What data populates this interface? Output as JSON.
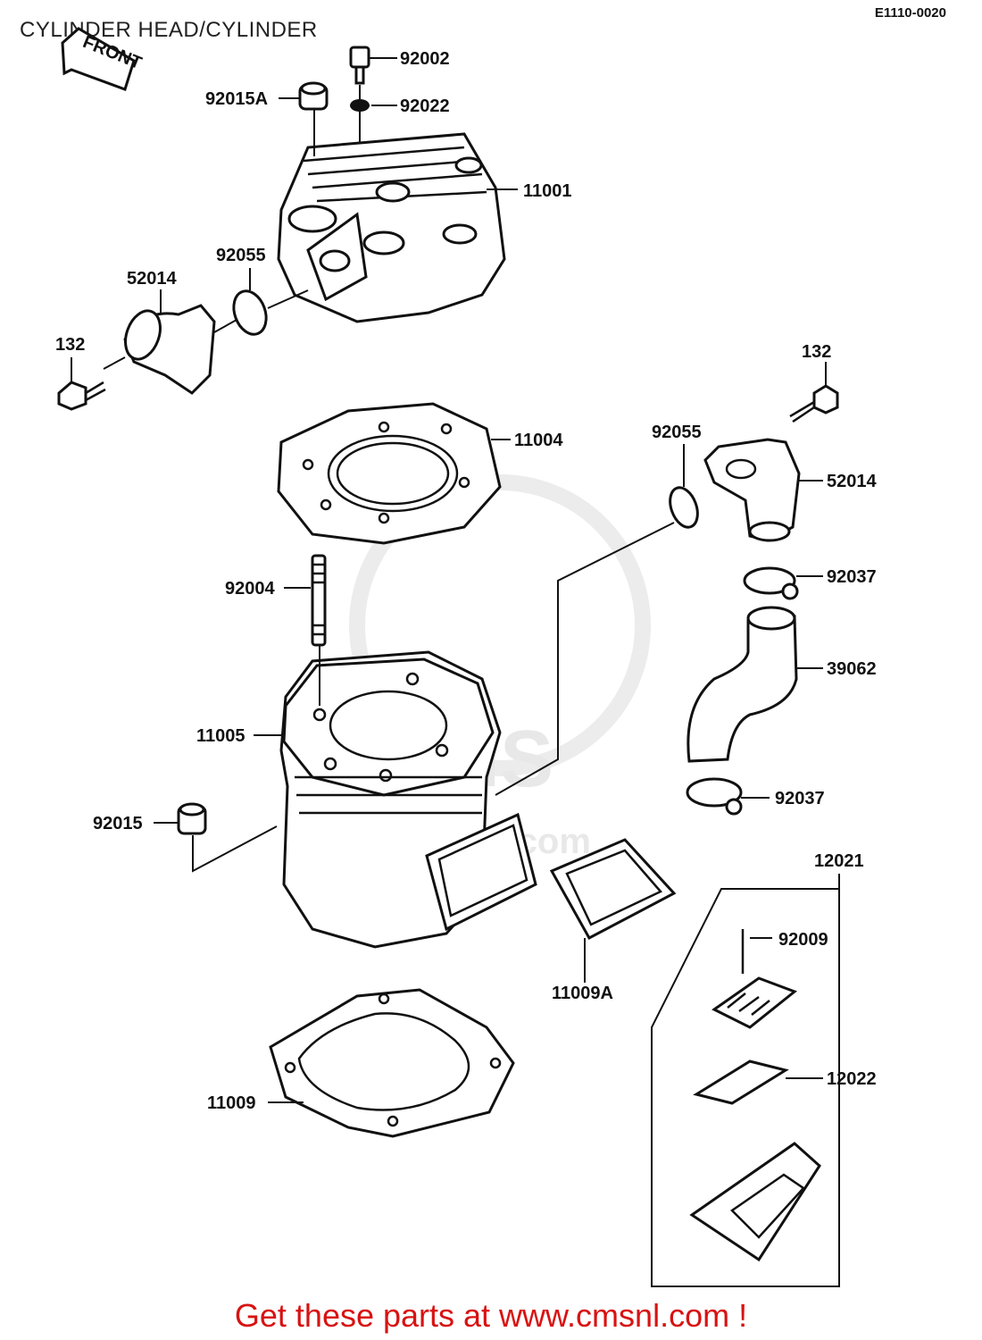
{
  "header": {
    "title": "CYLINDER HEAD/CYLINDER",
    "diagram_code": "E1110-0020"
  },
  "front_marker": "FRONT",
  "watermark": {
    "brand": "CMS",
    "url": "www.cmsnl.com"
  },
  "footer": {
    "promo": "Get these parts at www.cmsnl.com !"
  },
  "labels": {
    "p92002": "92002",
    "p92022": "92022",
    "p92015A": "92015A",
    "p11001": "11001",
    "p92055a": "92055",
    "p52014a": "52014",
    "p132a": "132",
    "p132b": "132",
    "p11004": "11004",
    "p92055b": "92055",
    "p52014b": "52014",
    "p92037a": "92037",
    "p92004": "92004",
    "p39062": "39062",
    "p11005": "11005",
    "p92037b": "92037",
    "p92015": "92015",
    "p12021": "12021",
    "p92009": "92009",
    "p11009A": "11009A",
    "p12022": "12022",
    "p11009": "11009"
  }
}
